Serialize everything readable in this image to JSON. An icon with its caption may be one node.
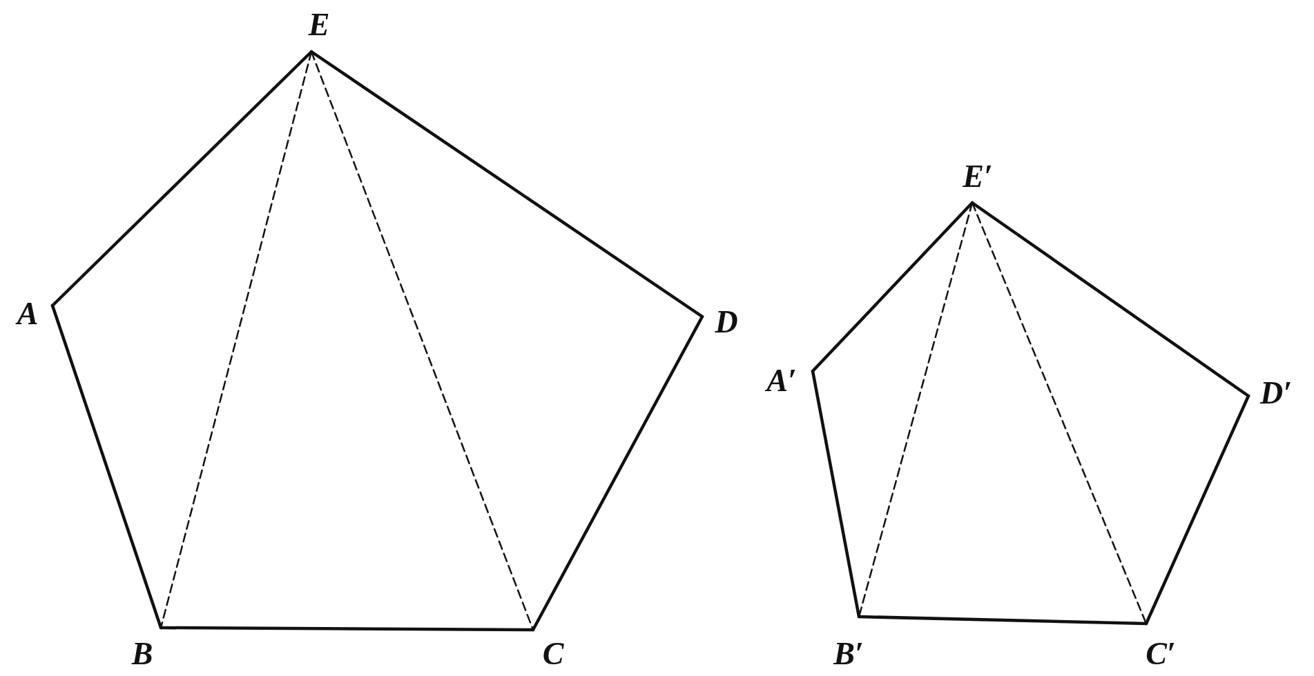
{
  "diagram": {
    "nodes": [
      {
        "text": [
          "E"
        ]
      },
      {
        "text": [
          "A"
        ]
      },
      {
        "text": [
          "B"
        ]
      },
      {
        "text": [
          "C"
        ]
      },
      {
        "text": [
          "D"
        ]
      },
      {
        "text": [
          "E′"
        ]
      },
      {
        "text": [
          "A′"
        ]
      },
      {
        "text": [
          "B′"
        ]
      },
      {
        "text": [
          "C′"
        ]
      },
      {
        "text": [
          "D′"
        ]
      }
    ],
    "edges": [
      {
        "from": 1,
        "to": 0,
        "arrow": "none"
      },
      {
        "from": 0,
        "to": 4,
        "arrow": "none"
      },
      {
        "from": 4,
        "to": 3,
        "arrow": "none"
      },
      {
        "from": 3,
        "to": 2,
        "arrow": "none"
      },
      {
        "from": 2,
        "to": 1,
        "arrow": "none"
      },
      {
        "from": 0,
        "to": 2,
        "arrow": "none",
        "style": "dashed"
      },
      {
        "from": 0,
        "to": 3,
        "arrow": "none",
        "style": "dashed"
      },
      {
        "from": 6,
        "to": 5,
        "arrow": "none"
      },
      {
        "from": 5,
        "to": 9,
        "arrow": "none"
      },
      {
        "from": 9,
        "to": 8,
        "arrow": "none"
      },
      {
        "from": 8,
        "to": 7,
        "arrow": "none"
      },
      {
        "from": 7,
        "to": 6,
        "arrow": "none"
      },
      {
        "from": 5,
        "to": 7,
        "arrow": "none",
        "style": "dashed"
      },
      {
        "from": 5,
        "to": 8,
        "arrow": "none",
        "style": "dashed"
      }
    ]
  }
}
